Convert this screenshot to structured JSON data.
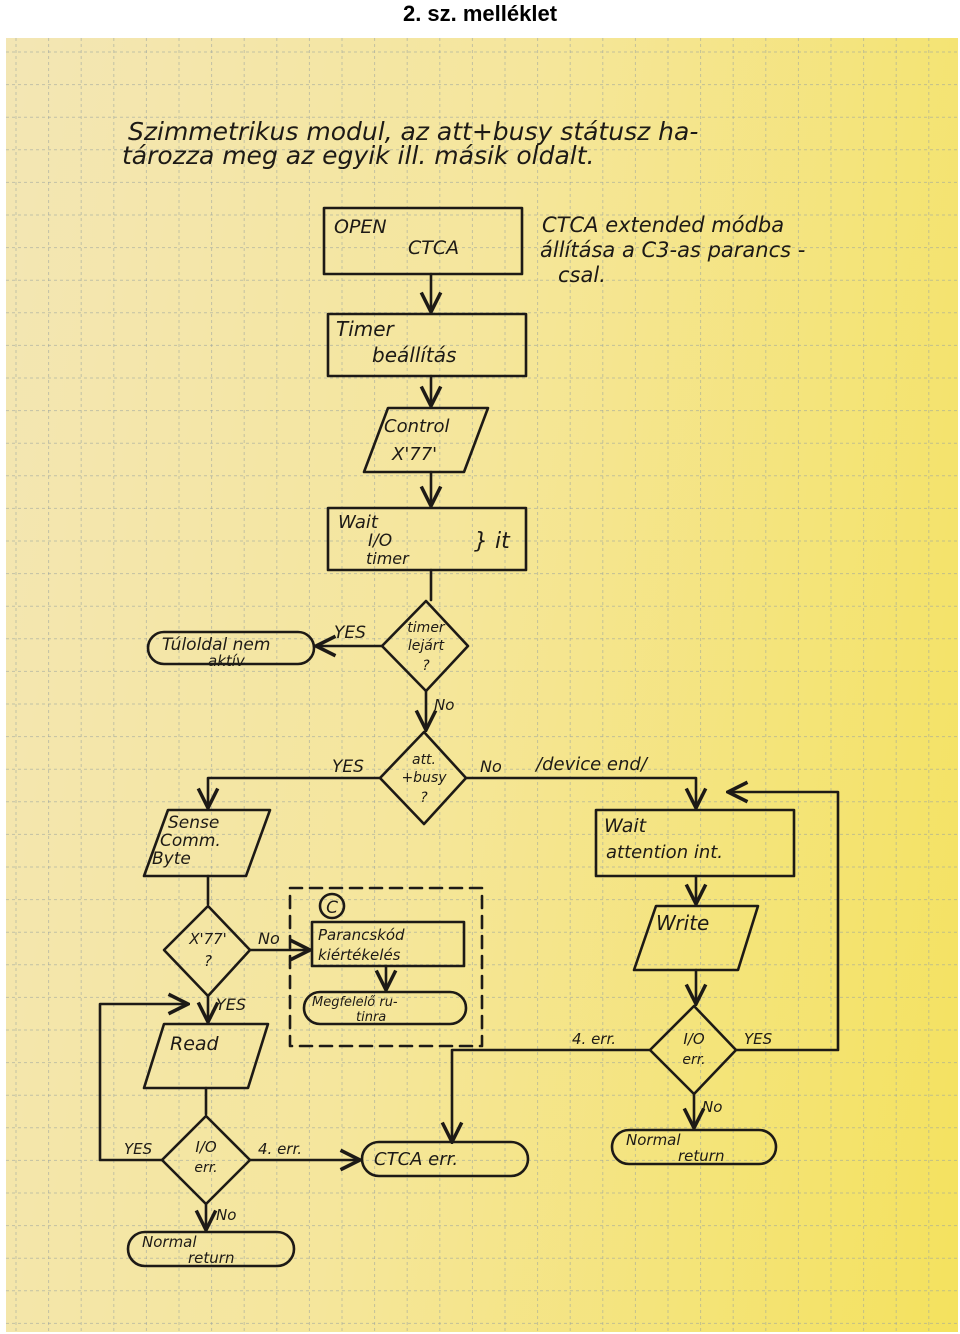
{
  "header": {
    "title": "2. sz. melléklet"
  },
  "note_top": {
    "line1": "Szimmetrikus modul, az att+busy státusz ha-",
    "line2": "tározza meg az egyik ill. másik oldalt."
  },
  "note_ctca": {
    "line1": "CTCA extended módba",
    "line2": "állítása a C3-as parancs -",
    "line3": "csal."
  },
  "nodes": {
    "open": {
      "line1": "OPEN",
      "line2": "CTCA"
    },
    "timer": {
      "line1": "Timer",
      "line2": "beállítás"
    },
    "control": {
      "line1": "Control",
      "line2": "X'77'"
    },
    "wait_io": {
      "line1": "Wait",
      "line2": "I/O",
      "line3": "timer",
      "side": "} it"
    },
    "timer_lejart": {
      "line1": "timer",
      "line2": "lejárt",
      "line3": "?"
    },
    "tuloldal": {
      "line1": "Túloldal nem",
      "line2": "aktív"
    },
    "att_busy": {
      "line1": "att.",
      "line2": "+busy",
      "line3": "?"
    },
    "sense": {
      "line1": "Sense",
      "line2": "Comm.",
      "line3": "Byte"
    },
    "wait_attention": {
      "line1": "Wait",
      "line2": "attention int."
    },
    "x77": {
      "line1": "X'77'",
      "line2": "?"
    },
    "section_c": {
      "label": "C"
    },
    "parancskod": {
      "line1": "Parancskód",
      "line2": "kiértékelés"
    },
    "megfelelo": {
      "line1": "Megfelelő ru-",
      "line2": "tinra"
    },
    "write": {
      "label": "Write"
    },
    "read": {
      "label": "Read"
    },
    "io_err_right": {
      "line1": "I/O",
      "line2": "err."
    },
    "io_err_left": {
      "line1": "I/O",
      "line2": "err."
    },
    "ctca_err": {
      "label": "CTCA err."
    },
    "normal_right": {
      "line1": "Normal",
      "line2": "return"
    },
    "normal_left": {
      "line1": "Normal",
      "line2": "return"
    }
  },
  "edges": {
    "timer_yes": "YES",
    "timer_no": "No",
    "att_yes": "YES",
    "att_no": "No",
    "att_no_note": "/device end/",
    "x77_no": "No",
    "x77_yes": "YES",
    "right_err": "4. err.",
    "right_yes": "YES",
    "right_no": "No",
    "left_yes": "YES",
    "left_err": "4. err.",
    "left_no": "No"
  },
  "colors": {
    "paper_light": "#f3e6b4",
    "paper_yellow": "#f4e25e",
    "grid_line": "#9aa3a0",
    "ink": "#1d1a16"
  }
}
